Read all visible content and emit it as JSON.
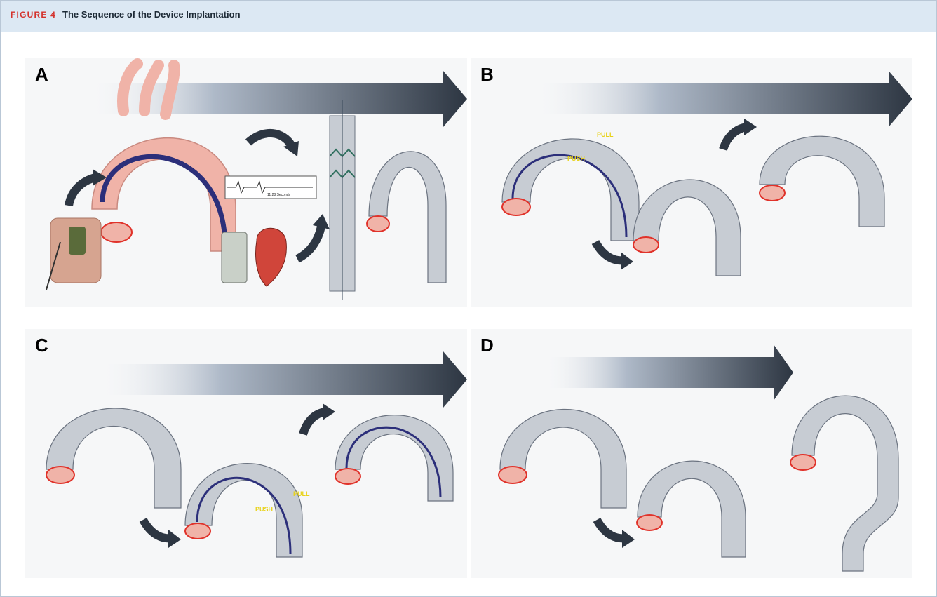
{
  "figure": {
    "label": "FIGURE 4",
    "title": "The Sequence of the Device Implantation"
  },
  "panels": [
    {
      "letter": "A",
      "annotations": {
        "monitor_text": "11.28  Seconds"
      }
    },
    {
      "letter": "B",
      "annotations": {
        "pull": "PULL",
        "push": "PUSH"
      }
    },
    {
      "letter": "C",
      "annotations": {
        "pull": "PULL",
        "push": "PUSH"
      }
    },
    {
      "letter": "D"
    }
  ],
  "colors": {
    "header_bg": "#dce8f3",
    "figure_label": "#d4322c",
    "aorta_pink": "#f0b3a8",
    "stent_gray": "#c7ccd3",
    "arrow_dark": "#2d3642",
    "catheter_blue": "#2c2f7a",
    "annotation_yellow": "#e8d21a",
    "valve_ring_red": "#e0322a"
  }
}
